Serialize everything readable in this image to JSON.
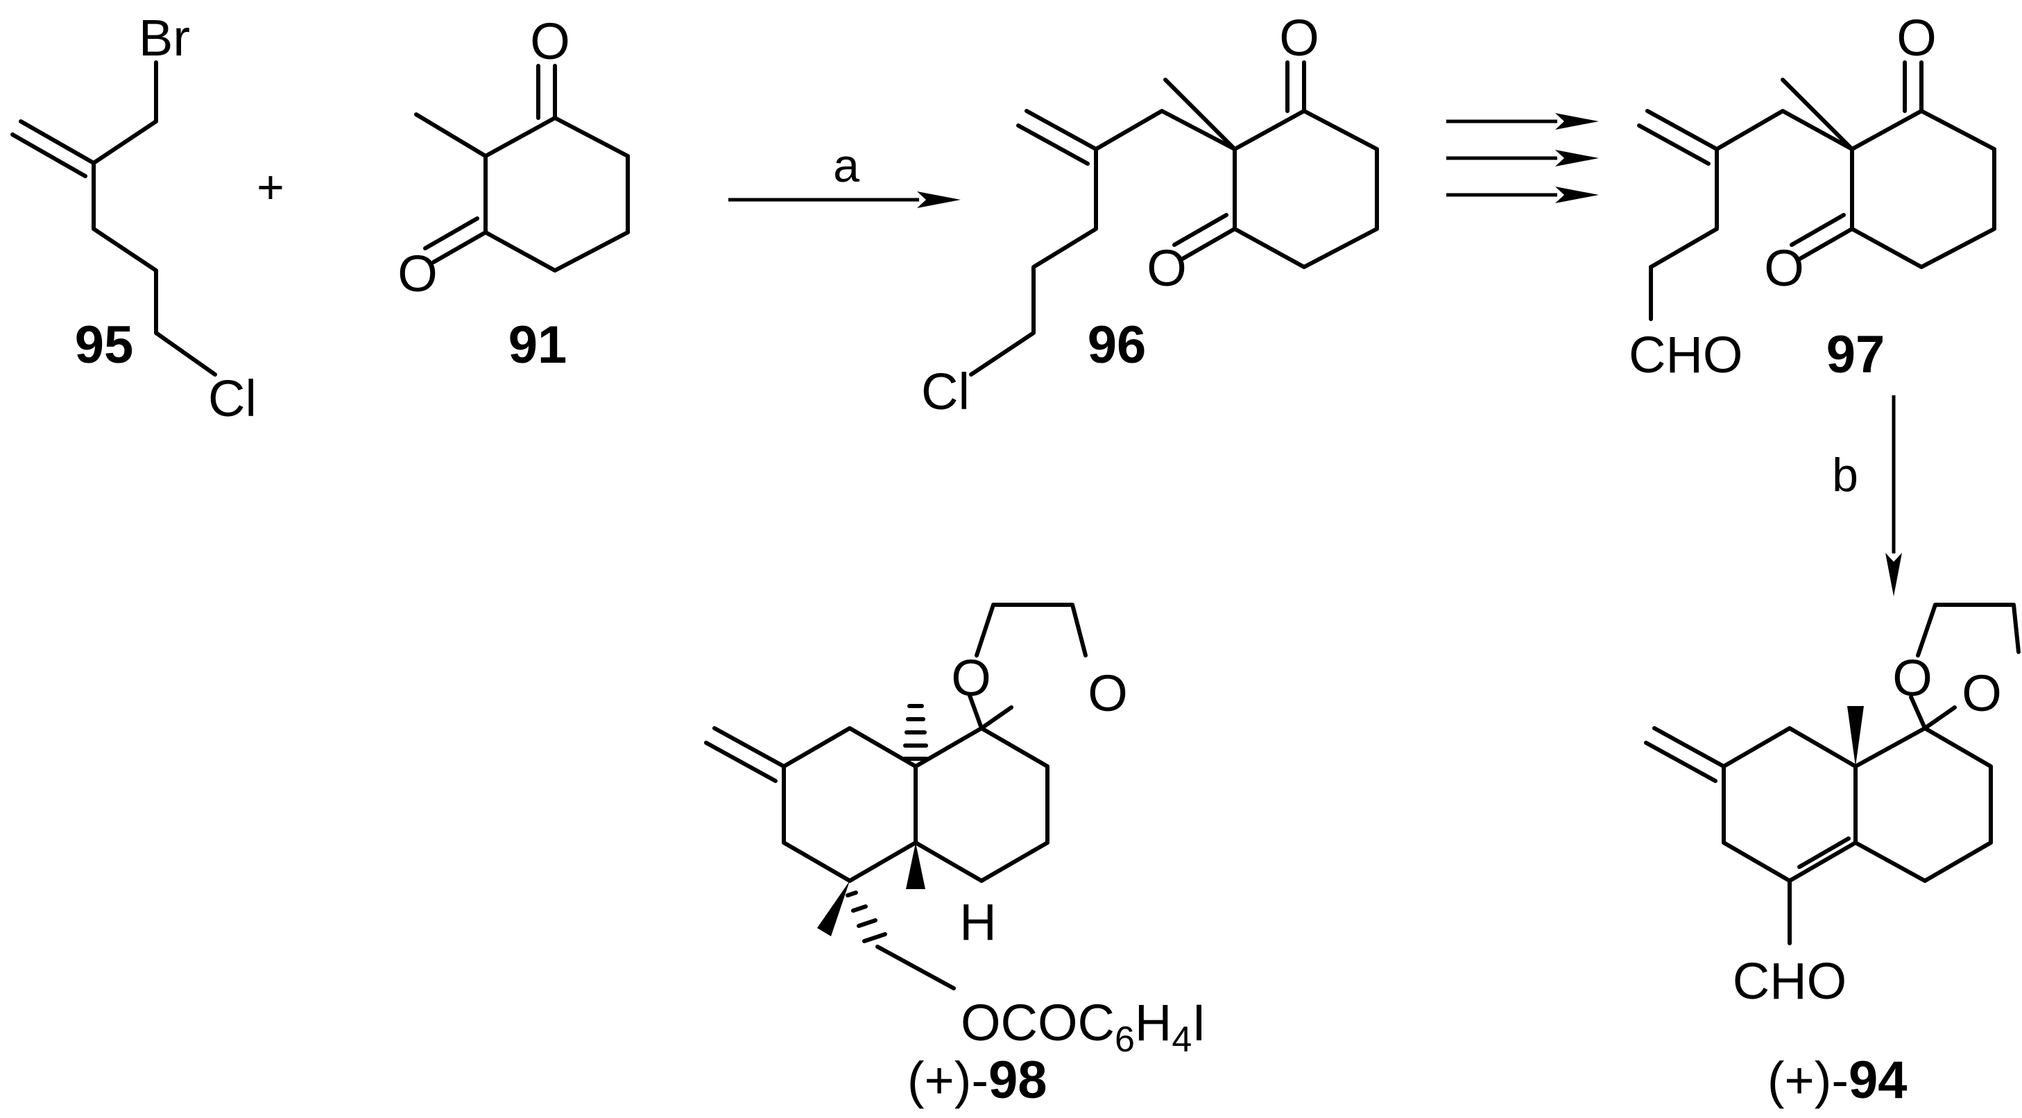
{
  "scheme": {
    "plus": "+",
    "conditions": {
      "a": "a",
      "b": "b"
    },
    "compounds": {
      "c95": {
        "label": "95",
        "atoms": {
          "br": "Br",
          "cl": "Cl"
        }
      },
      "c91": {
        "label": "91",
        "atoms": {
          "o_top": "O",
          "o_bottom": "O"
        }
      },
      "c96": {
        "label": "96",
        "atoms": {
          "o_top": "O",
          "o_bottom": "O",
          "cl": "Cl"
        }
      },
      "c97": {
        "label": "97",
        "atoms": {
          "o_top": "O",
          "o_bottom": "O",
          "cho": "CHO"
        }
      },
      "c98": {
        "prefix": "(+)-",
        "label": "98",
        "atoms": {
          "o1": "O",
          "o2": "O",
          "h": "H",
          "ester": {
            "main": "OCOC",
            "sub1": "6",
            "mid": "H",
            "sub2": "4",
            "end": "I"
          }
        }
      },
      "c94": {
        "prefix": "(+)-",
        "label": "94",
        "atoms": {
          "o1": "O",
          "o2": "O",
          "cho": "CHO"
        }
      }
    }
  }
}
